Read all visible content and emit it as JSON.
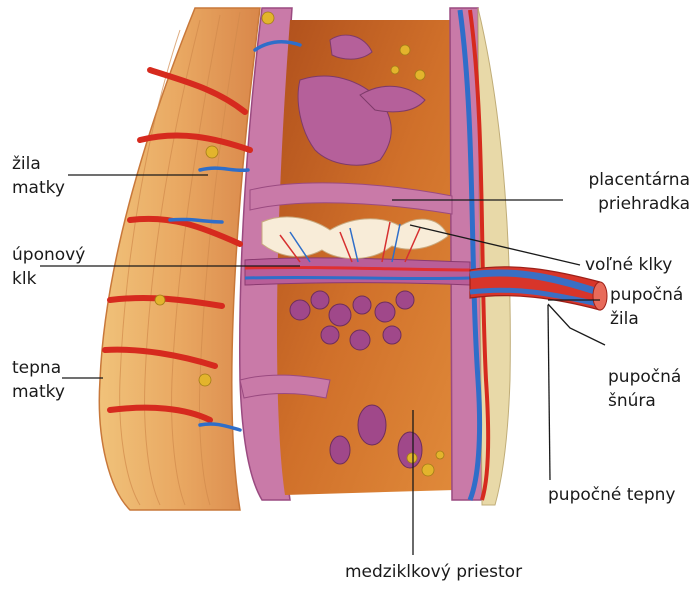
{
  "labels": {
    "zila_matky": [
      "žila",
      "matky"
    ],
    "uponovy_klk": [
      "úponový",
      "klk"
    ],
    "tepna_matky": [
      "tepna",
      "matky"
    ],
    "placentarna_priehradka": [
      "placentárna",
      "priehradka"
    ],
    "volne_klky": "voľné klky",
    "pupocna_zila": [
      "pupočná",
      "žila"
    ],
    "pupocna_snura": [
      "pupočná",
      "šnúra"
    ],
    "pupocne_tepny": "pupočné tepny",
    "medziklkovy_priestor": "medziklkový priestor"
  }
}
